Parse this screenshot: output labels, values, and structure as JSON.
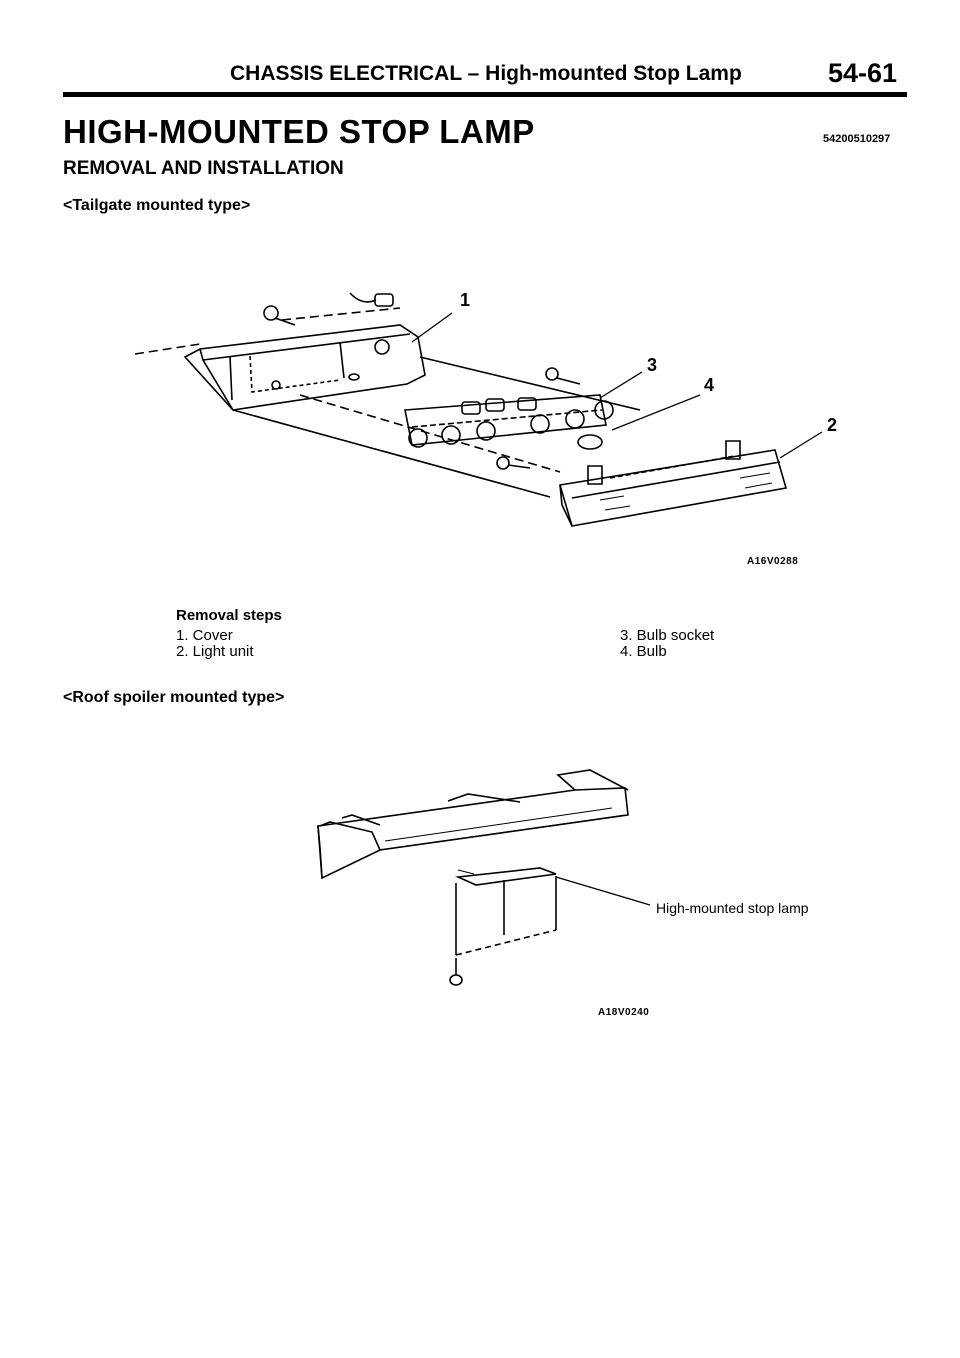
{
  "header": {
    "title": "CHASSIS ELECTRICAL – High-mounted Stop Lamp",
    "page_number": "54-61"
  },
  "main_title": "HIGH-MOUNTED STOP LAMP",
  "doc_code": "54200510297",
  "section_title": "REMOVAL AND INSTALLATION",
  "tailgate": {
    "heading": "<Tailgate mounted type>",
    "callouts": [
      "1",
      "2",
      "3",
      "4"
    ],
    "figure_code": "A16V0288",
    "removal_steps": {
      "title": "Removal steps",
      "items": [
        "1. Cover",
        "2. Light unit",
        "3. Bulb socket",
        "4. Bulb"
      ]
    }
  },
  "roof_spoiler": {
    "heading": "<Roof spoiler mounted type>",
    "label": "High-mounted stop lamp",
    "figure_code": "A18V0240"
  }
}
